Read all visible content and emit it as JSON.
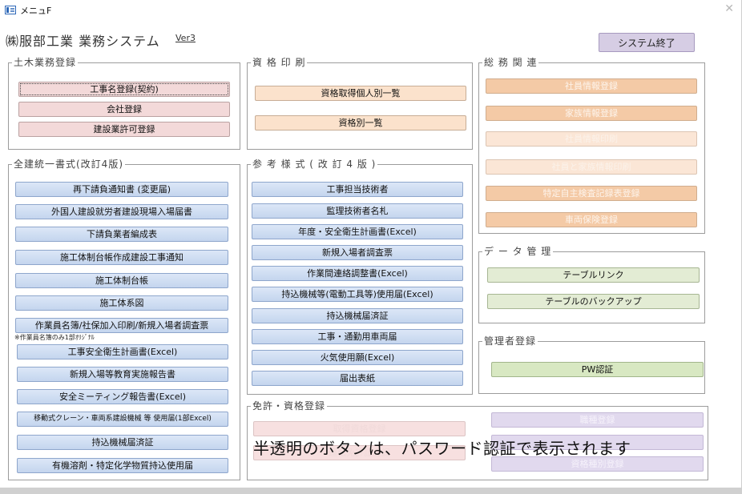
{
  "window": {
    "title": "メニュF"
  },
  "header": {
    "company": "㈱服部工業 業務システム",
    "version": "Ver3",
    "exit_label": "システム終了"
  },
  "doboku": {
    "label": "土木業務登録",
    "buttons": [
      "工事名登録(契約)",
      "会社登録",
      "建設業許可登録"
    ]
  },
  "shikaku_insatsu": {
    "label": "資 格 印 刷",
    "buttons": [
      "資格取得個人別一覧",
      "資格別一覧"
    ]
  },
  "somu": {
    "label": "総 務 関 連",
    "buttons": [
      "社員情報登録",
      "家族情報登録",
      "社員情報印刷",
      "社員と家族情報印刷",
      "特定自主検査記録表登録",
      "車両保険登録"
    ]
  },
  "zenken": {
    "label": "全建統一書式(改訂4版)",
    "buttons": [
      "再下請負通知書 (変更届)",
      "外国人建設就労者建設現場入場届書",
      "下請負業者編成表",
      "施工体制台帳作成建設工事通知",
      "施工体制台帳",
      "施工体系図",
      "作業員名簿/社保加入印刷/新規入場者調査票",
      "工事安全衛生計画書(Excel)",
      "新規入場等教育実施報告書",
      "安全ミーティング報告書(Excel)",
      "移動式クレーン・車両系建設機械 等 使用届(1部Excel)",
      "持込機械届済証",
      "有機溶剤・特定化学物質持込使用届"
    ],
    "note": "※作業員名簿のみ1部ｵﾘｼﾞﾅﾙ"
  },
  "sanko": {
    "label": "参 考 様 式 ( 改 訂 4 版 )",
    "buttons": [
      "工事担当技術者",
      "監理技術者名札",
      "年度・安全衛生計画書(Excel)",
      "新規入場者調査票",
      "作業間連絡調整書(Excel)",
      "持込機械等(電動工具等)使用届(Excel)",
      "持込機械届済証",
      "工事・通勤用車両届",
      "火気使用願(Excel)",
      "届出表紙"
    ]
  },
  "data_kanri": {
    "label": "デ ー タ 管 理",
    "buttons": [
      "テーブルリンク",
      "テーブルのバックアップ"
    ]
  },
  "kanrisha": {
    "label": "管理者登録",
    "buttons": [
      "PW認証"
    ]
  },
  "menkyo": {
    "label": "免許・資格登録",
    "buttons": [
      "取得資格登録",
      "運転免許証登録",
      "職種登録",
      "資格種別登録"
    ]
  },
  "overlay_message": "半透明のボタンは、パスワード認証で表示されます",
  "colors": {
    "button_blue": "#c4d5ee",
    "button_pink": "#f3d9d9",
    "button_peach": "#fbe2cc",
    "button_orange": "#f4caa6",
    "button_green": "#e3ecd4",
    "button_lavender": "#d6cde4"
  },
  "icons": {
    "app": "form-window-icon",
    "close": "close-icon"
  }
}
